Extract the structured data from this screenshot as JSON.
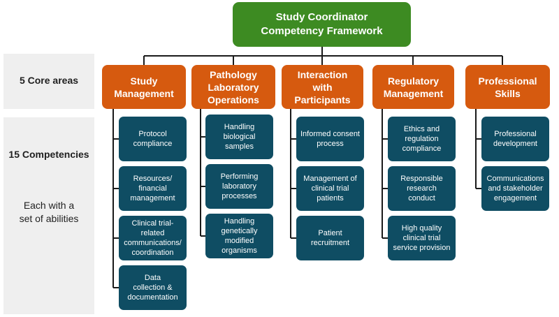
{
  "title": [
    "Study Coordinator",
    "Competency Framework"
  ],
  "side": {
    "core_label": "5 Core areas",
    "competencies_label": "15 Competencies",
    "abilities_note": [
      "Each with a",
      "set of abilities"
    ]
  },
  "colors": {
    "title_green": "#3d8b22",
    "core_orange": "#d65a0f",
    "competency_teal": "#0f4d63",
    "panel_grey": "#efefef"
  },
  "core_areas": [
    {
      "title": [
        "Study",
        "Management"
      ],
      "competencies": [
        [
          "Protocol",
          "compliance"
        ],
        [
          "Resources/",
          "financial",
          "management"
        ],
        [
          "Clinical trial-",
          "related",
          "communications/",
          "coordination"
        ],
        [
          "Data",
          "collection &",
          "documentation"
        ]
      ]
    },
    {
      "title": [
        "Pathology",
        "Laboratory",
        "Operations"
      ],
      "competencies": [
        [
          "Handling",
          "biological",
          "samples"
        ],
        [
          "Performing",
          "laboratory",
          "processes"
        ],
        [
          "Handling",
          "genetically",
          "modified",
          "organisms"
        ]
      ]
    },
    {
      "title": [
        "Interaction",
        "with",
        "Participants"
      ],
      "competencies": [
        [
          "Informed consent",
          "process"
        ],
        [
          "Management of",
          "clinical trial",
          "patients"
        ],
        [
          "Patient",
          "recruitment"
        ]
      ]
    },
    {
      "title": [
        "Regulatory",
        "Management"
      ],
      "competencies": [
        [
          "Ethics and",
          "regulation",
          "compliance"
        ],
        [
          "Responsible",
          "research",
          "conduct"
        ],
        [
          "High quality",
          "clinical trial",
          "service provision"
        ]
      ]
    },
    {
      "title": [
        "Professional",
        "Skills"
      ],
      "competencies": [
        [
          "Professional",
          "development"
        ],
        [
          "Communications",
          "and stakeholder",
          "engagement"
        ]
      ]
    }
  ]
}
